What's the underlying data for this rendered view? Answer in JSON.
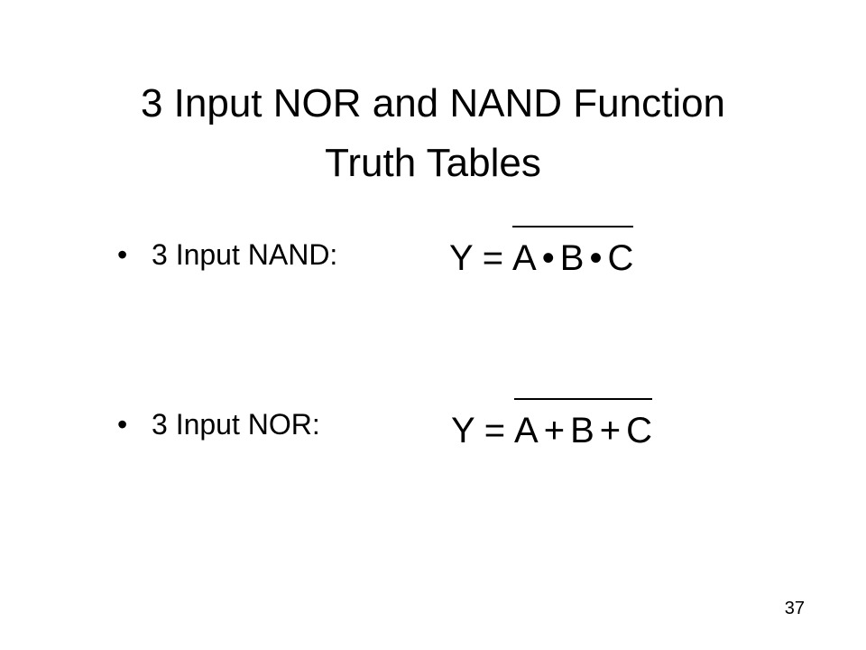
{
  "slide": {
    "title_line1": "3 Input NOR and NAND Function",
    "title_line2": "Truth Tables",
    "bullets": [
      {
        "label": "3 Input NAND:",
        "equation": {
          "lhs": "Y",
          "op": "=",
          "terms": [
            "A",
            "B",
            "C"
          ],
          "joiners": [
            "•",
            "•"
          ]
        }
      },
      {
        "label": "3 Input NOR:",
        "equation": {
          "lhs": "Y",
          "op": "=",
          "terms": [
            "A",
            "B",
            "C"
          ],
          "joiners": [
            "+",
            "+"
          ]
        }
      }
    ],
    "bullet_glyph": "•",
    "page_number": "37"
  }
}
